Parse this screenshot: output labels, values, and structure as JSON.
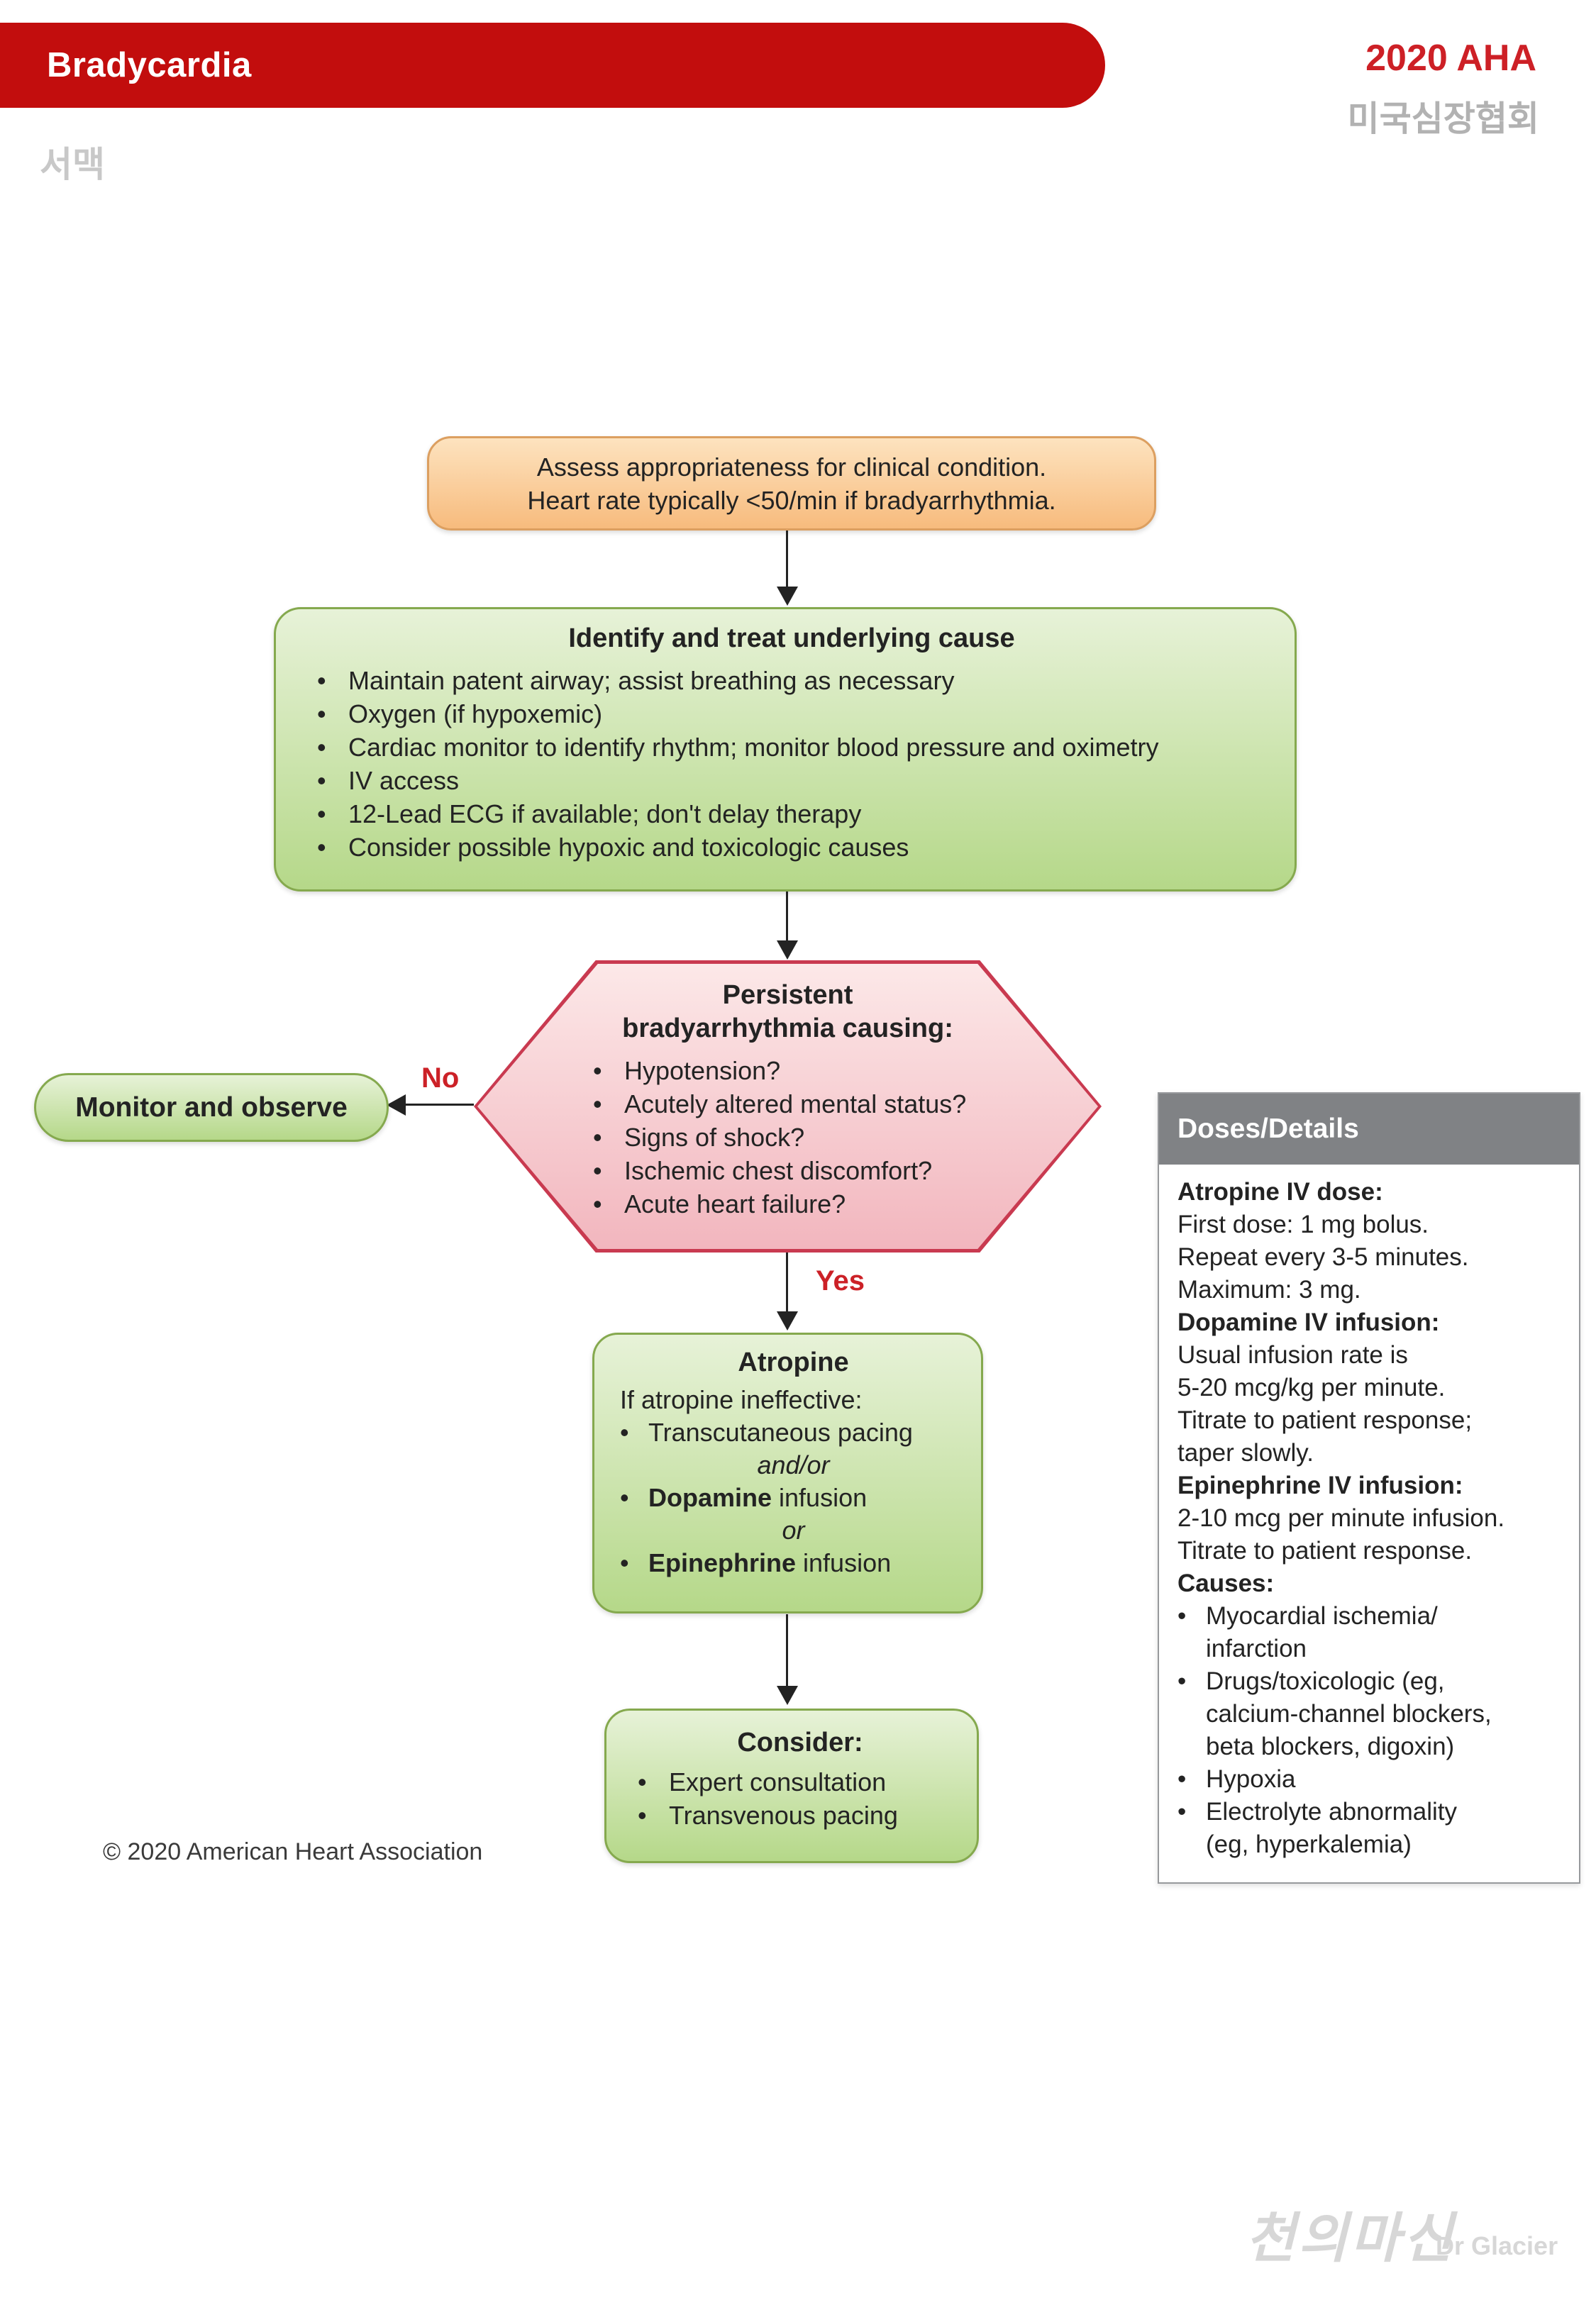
{
  "glyphs": {
    "bullet": "•"
  },
  "colors": {
    "banner_red": "#c20d0d",
    "aha_red": "#cd2026",
    "label_red": "#cc2127",
    "korean_gray": "#b2b2b2",
    "seomaek_gray": "#c8c8c8",
    "orange_fill_top": "#fde3bf",
    "orange_fill_bottom": "#f7bb7d",
    "orange_border": "#dc9f60",
    "green_fill_top": "#e7f2d8",
    "green_fill_bottom": "#b5d889",
    "green_border": "#85a94e",
    "pink_fill_top": "#fce8e8",
    "pink_fill_bottom": "#f2b6be",
    "pink_border": "#c93a50",
    "panel_header_bg": "#808285",
    "panel_border": "#97999c",
    "text_dark": "#232323",
    "watermark_gray": "#d7d7d7"
  },
  "header": {
    "banner_title": "Bradycardia",
    "edition": "2020 AHA",
    "edition_korean": "미국심장협회",
    "subtitle_korean": "서맥"
  },
  "flowchart": {
    "assess_box": {
      "line1": "Assess appropriateness for clinical condition.",
      "line2": "Heart rate typically <50/min if bradyarrhythmia."
    },
    "identify_box": {
      "title": "Identify and treat underlying cause",
      "bullets": [
        "Maintain patent airway; assist breathing as necessary",
        "Oxygen (if hypoxemic)",
        "Cardiac monitor to identify rhythm; monitor blood pressure and oximetry",
        "IV access",
        "12-Lead ECG if available; don't delay therapy",
        "Consider possible hypoxic and toxicologic causes"
      ]
    },
    "decision_hexagon": {
      "title_line1": "Persistent",
      "title_line2": "bradyarrhythmia causing:",
      "bullets": [
        "Hypotension?",
        "Acutely altered mental status?",
        "Signs of shock?",
        "Ischemic chest discomfort?",
        "Acute heart failure?"
      ]
    },
    "no_label": "No",
    "yes_label": "Yes",
    "monitor_box": {
      "label": "Monitor and observe"
    },
    "atropine_box": {
      "title": "Atropine",
      "intro": "If atropine ineffective:",
      "bullet1": "Transcutaneous pacing",
      "connector1": "and/or",
      "bullet2_bold": "Dopamine",
      "bullet2_rest": " infusion",
      "connector2": "or",
      "bullet3_bold": "Epinephrine",
      "bullet3_rest": " infusion"
    },
    "consider_box": {
      "title": "Consider:",
      "bullets": [
        "Expert consultation",
        "Transvenous pacing"
      ]
    }
  },
  "doses_panel": {
    "header": "Doses/Details",
    "atropine_heading": "Atropine IV dose:",
    "atropine_lines": [
      "First dose: 1 mg bolus.",
      "Repeat every 3-5 minutes.",
      "Maximum: 3 mg."
    ],
    "dopamine_heading": "Dopamine IV infusion:",
    "dopamine_lines": [
      "Usual infusion rate is",
      "5-20 mcg/kg per minute.",
      "Titrate to patient response;",
      "taper slowly."
    ],
    "epinephrine_heading": "Epinephrine IV infusion:",
    "epinephrine_lines": [
      "2-10 mcg per minute infusion.",
      "Titrate to patient response."
    ],
    "causes_heading": "Causes:",
    "causes_bullets": [
      {
        "lines": [
          "Myocardial ischemia/",
          "infarction"
        ]
      },
      {
        "lines": [
          "Drugs/toxicologic (eg,",
          "calcium-channel blockers,",
          "beta blockers, digoxin)"
        ]
      },
      {
        "lines": [
          "Hypoxia"
        ]
      },
      {
        "lines": [
          "Electrolyte abnormality",
          "(eg, hyperkalemia)"
        ]
      }
    ]
  },
  "footer": {
    "copyright": "© 2020 American Heart Association",
    "watermark_script": "천의마신",
    "watermark_name": "Dr Glacier"
  }
}
